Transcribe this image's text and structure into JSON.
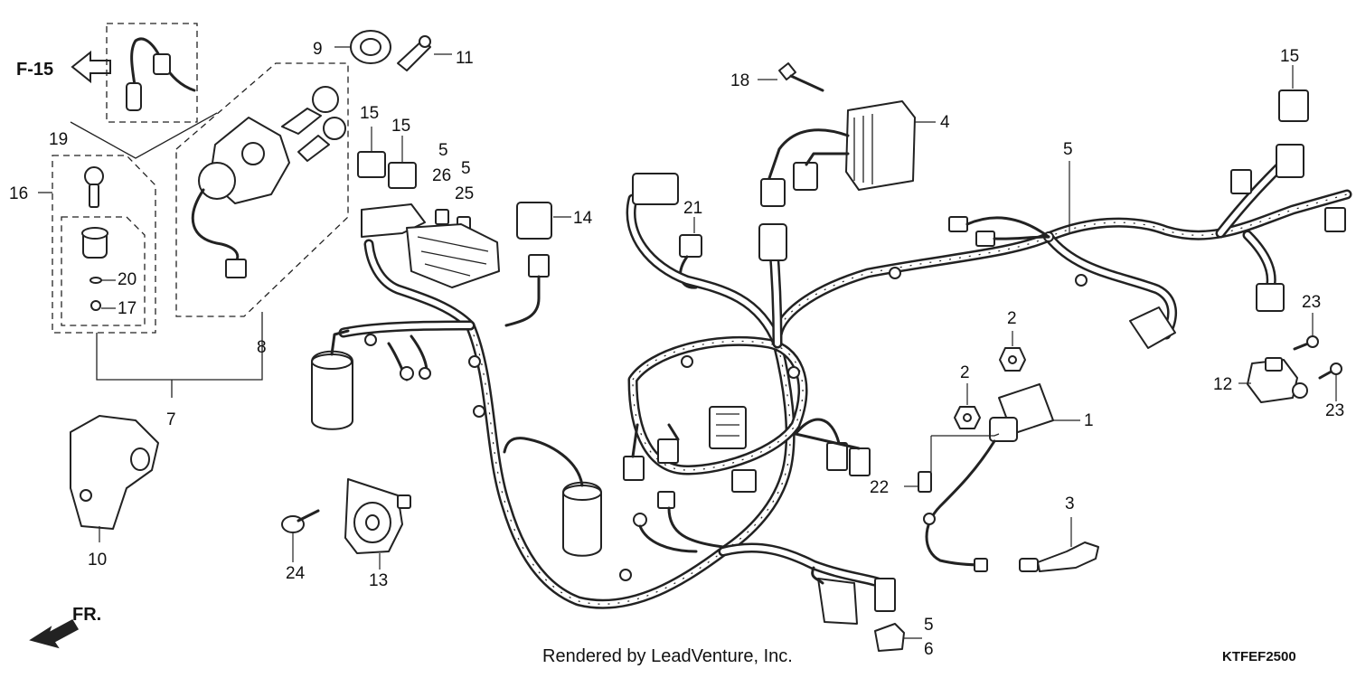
{
  "diagram": {
    "nav_reference": "F-15",
    "front_indicator": "FR.",
    "footer": "Rendered by LeadVenture, Inc.",
    "diagram_code": "KTFEF2500",
    "callouts": [
      {
        "id": "c1",
        "label": "1"
      },
      {
        "id": "c2a",
        "label": "2"
      },
      {
        "id": "c2b",
        "label": "2"
      },
      {
        "id": "c3",
        "label": "3"
      },
      {
        "id": "c4",
        "label": "4"
      },
      {
        "id": "c5a",
        "label": "5"
      },
      {
        "id": "c5b",
        "label": "5"
      },
      {
        "id": "c5c",
        "label": "5"
      },
      {
        "id": "c5d",
        "label": "5"
      },
      {
        "id": "c6",
        "label": "6"
      },
      {
        "id": "c7",
        "label": "7"
      },
      {
        "id": "c8",
        "label": "8"
      },
      {
        "id": "c9",
        "label": "9"
      },
      {
        "id": "c10",
        "label": "10"
      },
      {
        "id": "c11",
        "label": "11"
      },
      {
        "id": "c12",
        "label": "12"
      },
      {
        "id": "c13",
        "label": "13"
      },
      {
        "id": "c14",
        "label": "14"
      },
      {
        "id": "c15a",
        "label": "15"
      },
      {
        "id": "c15b",
        "label": "15"
      },
      {
        "id": "c15c",
        "label": "15"
      },
      {
        "id": "c16",
        "label": "16"
      },
      {
        "id": "c17",
        "label": "17"
      },
      {
        "id": "c18",
        "label": "18"
      },
      {
        "id": "c19",
        "label": "19"
      },
      {
        "id": "c20",
        "label": "20"
      },
      {
        "id": "c21",
        "label": "21"
      },
      {
        "id": "c22",
        "label": "22"
      },
      {
        "id": "c23a",
        "label": "23"
      },
      {
        "id": "c23b",
        "label": "23"
      },
      {
        "id": "c24",
        "label": "24"
      },
      {
        "id": "c25",
        "label": "25"
      },
      {
        "id": "c26",
        "label": "26"
      }
    ]
  }
}
